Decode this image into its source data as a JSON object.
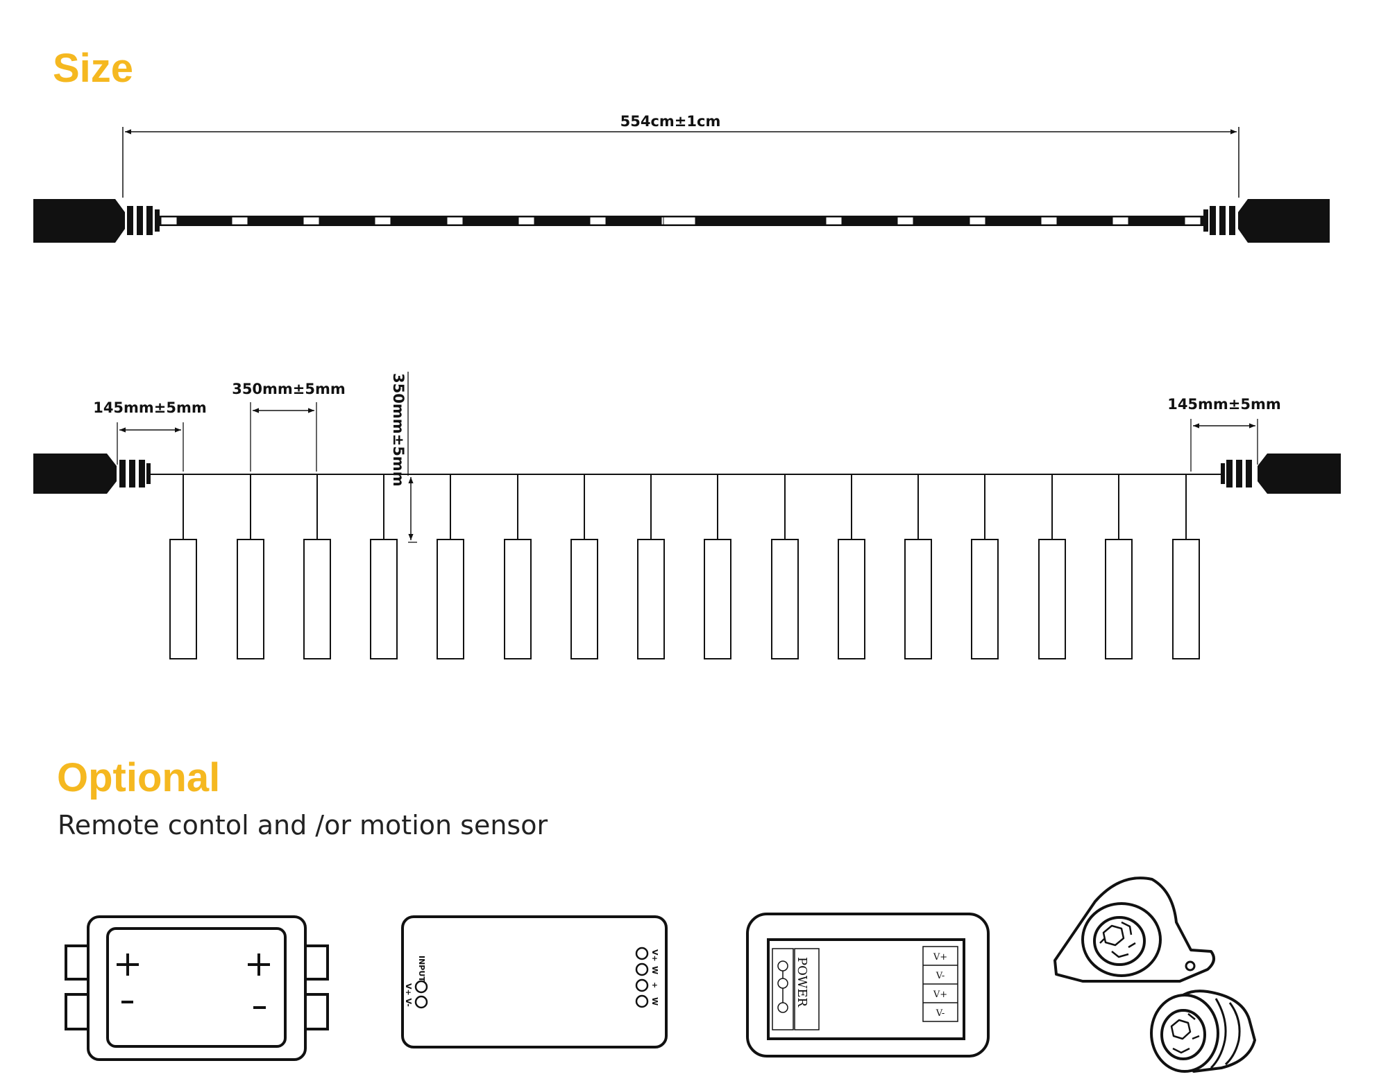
{
  "headings": {
    "size": "Size",
    "optional": "Optional",
    "optional_subtitle": "Remote contol and /or motion sensor"
  },
  "dimensions": {
    "total_length": "554cm±1cm",
    "end_lead_left": "145mm±5mm",
    "pendant_spacing": "350mm±5mm",
    "drop_length": "350mm±5mm",
    "end_lead_right": "145mm±5mm"
  },
  "accessories": {
    "controller_b": {
      "input_label": "INPUT",
      "input_terminals": "V+ V-",
      "output_pins": [
        "V+",
        "W",
        "+",
        "W"
      ]
    },
    "controller_c": {
      "power_label": "POWER",
      "terminals": [
        "V+",
        "V-",
        "V+",
        "V-"
      ]
    }
  },
  "colors": {
    "accent": "#F5B820",
    "ink": "#111111"
  },
  "icons": [
    "controller-box-icon",
    "wifi-controller-icon",
    "power-terminal-icon",
    "motion-sensor-icon"
  ]
}
